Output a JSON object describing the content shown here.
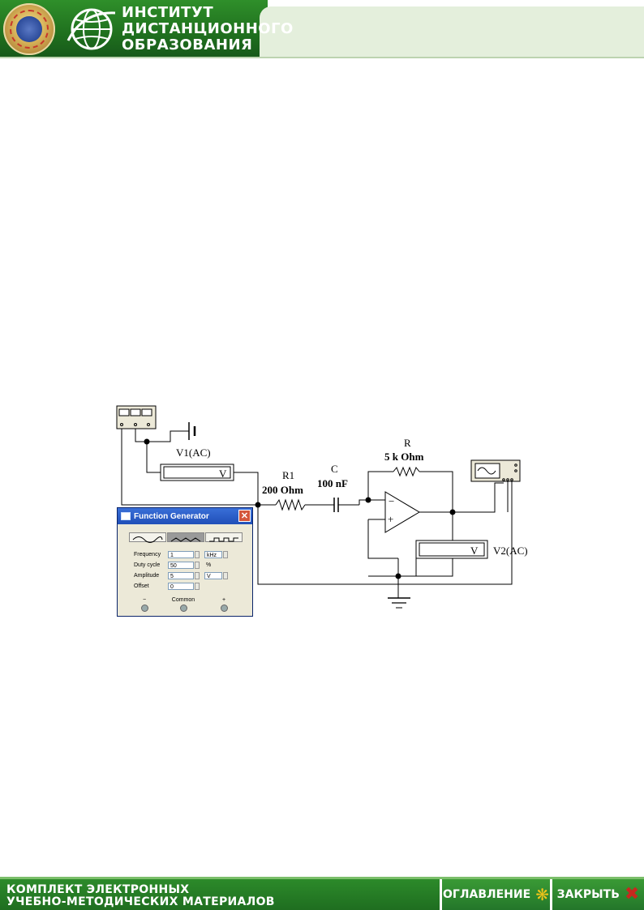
{
  "header": {
    "title_lines": [
      "ИНСТИТУТ",
      "ДИСТАНЦИОННОГО",
      "ОБРАЗОВАНИЯ"
    ]
  },
  "circuit": {
    "v1_label": "V1(AC)",
    "v1_display": "V",
    "v2_label": "V2(AC)",
    "v2_display": "V",
    "r1_name": "R1",
    "r1_value": "200  Ohm",
    "c_name": "C",
    "c_value": "100 nF",
    "r_name": "R",
    "r_value": "5 k Ohm",
    "opamp_minus": "−",
    "opamp_plus": "+"
  },
  "function_generator": {
    "title": "Function Generator",
    "rows": [
      {
        "label": "Frequency",
        "value": "1",
        "unit": "kHz"
      },
      {
        "label": "Duty cycle",
        "value": "50",
        "unit": "%"
      },
      {
        "label": "Amplitude",
        "value": "5",
        "unit": "V"
      },
      {
        "label": "Offset",
        "value": "0",
        "unit": ""
      }
    ],
    "terminals": {
      "minus": "−",
      "common": "Common",
      "plus": "+"
    }
  },
  "footer": {
    "text_lines": [
      "КОМПЛЕКТ ЭЛЕКТРОННЫХ",
      "УЧЕБНО-МЕТОДИЧЕСКИХ МАТЕРИАЛОВ"
    ],
    "toc_label": "ОГЛАВЛЕНИЕ",
    "close_label": "ЗАКРЫТЬ"
  },
  "colors": {
    "brand_green": "#1f6f1e",
    "header_light": "#e4efdc",
    "close_x": "#c8281e",
    "toc_flower": "#f0c419"
  }
}
